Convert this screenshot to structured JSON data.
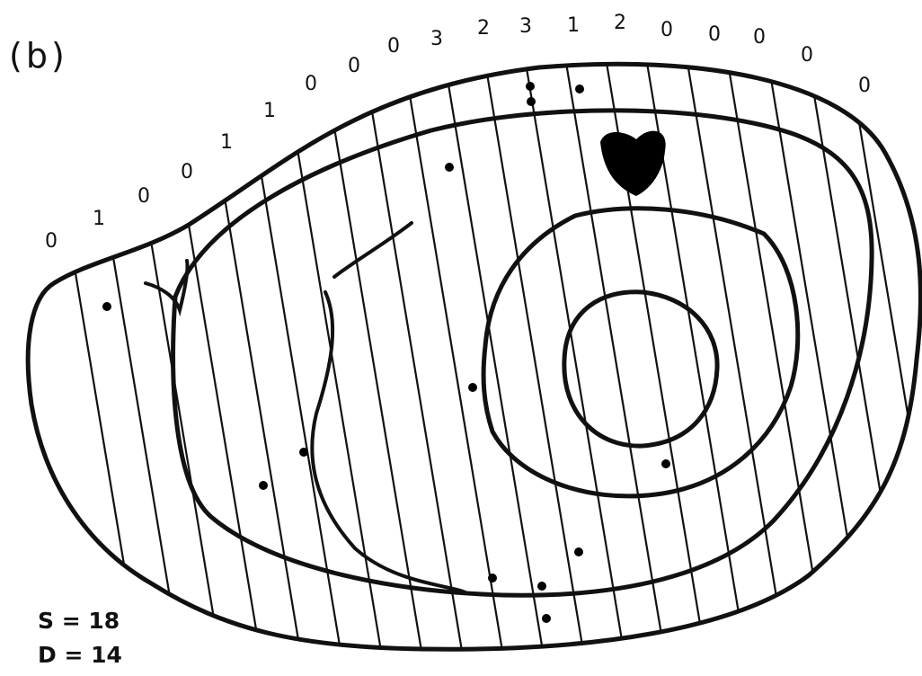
{
  "panel_label": "(b)",
  "counts": [
    "0",
    "1",
    "0",
    "0",
    "1",
    "1",
    "0",
    "0",
    "0",
    "3",
    "2",
    "3",
    "1",
    "2",
    "0",
    "0",
    "0",
    "0",
    "0"
  ],
  "stats": {
    "s": "S = 18",
    "d": "D = 14"
  }
}
